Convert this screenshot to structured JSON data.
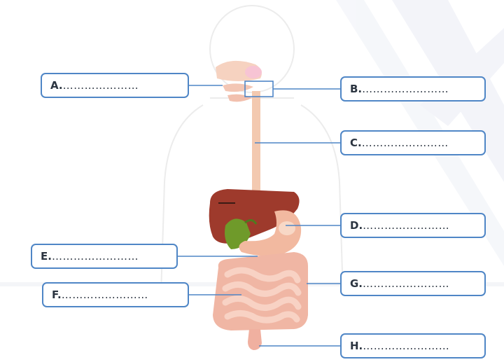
{
  "labels": {
    "a": {
      "letter": "A.",
      "blank": "…………………"
    },
    "b": {
      "letter": "B.",
      "blank": "……………………"
    },
    "c": {
      "letter": "C.",
      "blank": "……………………"
    },
    "d": {
      "letter": "D.",
      "blank": "……………………"
    },
    "e": {
      "letter": "E.",
      "blank": "……………………"
    },
    "f": {
      "letter": "F.",
      "blank": "……………………"
    },
    "g": {
      "letter": "G.",
      "blank": "……………………"
    },
    "h": {
      "letter": "H.",
      "blank": "……………………"
    }
  },
  "colors": {
    "box_border": "#4f86c6",
    "leader_line": "#4f86c6",
    "liver": "#9e3a2c",
    "gallbladder": "#6f9a2a",
    "stomach": "#f2b9a0",
    "intestine": "#f4c2b0",
    "esophagus": "#f3c9b0",
    "body_outline": "#eeeeee",
    "background_stripes": "#eef0f7"
  }
}
